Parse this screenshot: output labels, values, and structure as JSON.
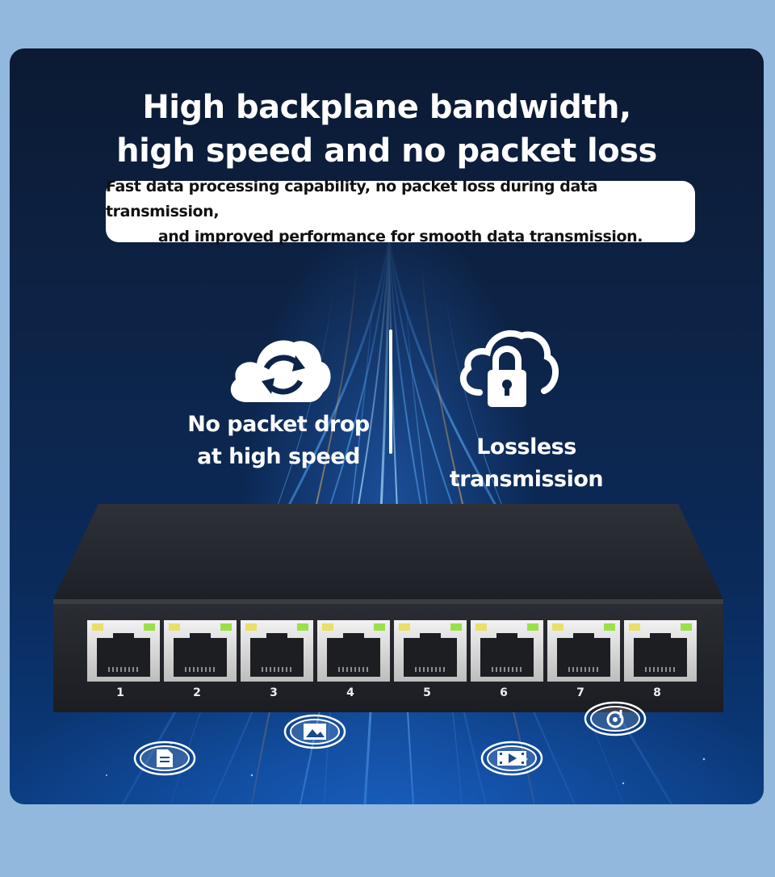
{
  "headline": {
    "line1": "High backplane bandwidth,",
    "line2": "high speed and no packet loss"
  },
  "subtitle": {
    "line1": "Fast data processing capability, no packet loss during data transmission,",
    "line2": "and improved performance for smooth data transmission."
  },
  "features": [
    {
      "icon": "cloud-sync-icon",
      "line1": "No packet drop",
      "line2": "at high speed"
    },
    {
      "icon": "cloud-lock-icon",
      "line1": "Lossless transmission"
    }
  ],
  "ports": [
    "1",
    "2",
    "3",
    "4",
    "5",
    "6",
    "7",
    "8"
  ],
  "floating_icons": [
    "document-icon",
    "image-icon",
    "video-icon",
    "audio-icon"
  ],
  "colors": {
    "background": "#92b8de",
    "panel_top": "#0c1a33",
    "panel_bottom": "#0b3c80",
    "text": "#ffffff",
    "led_green": "#9be04a",
    "led_yellow": "#e8e06a"
  }
}
